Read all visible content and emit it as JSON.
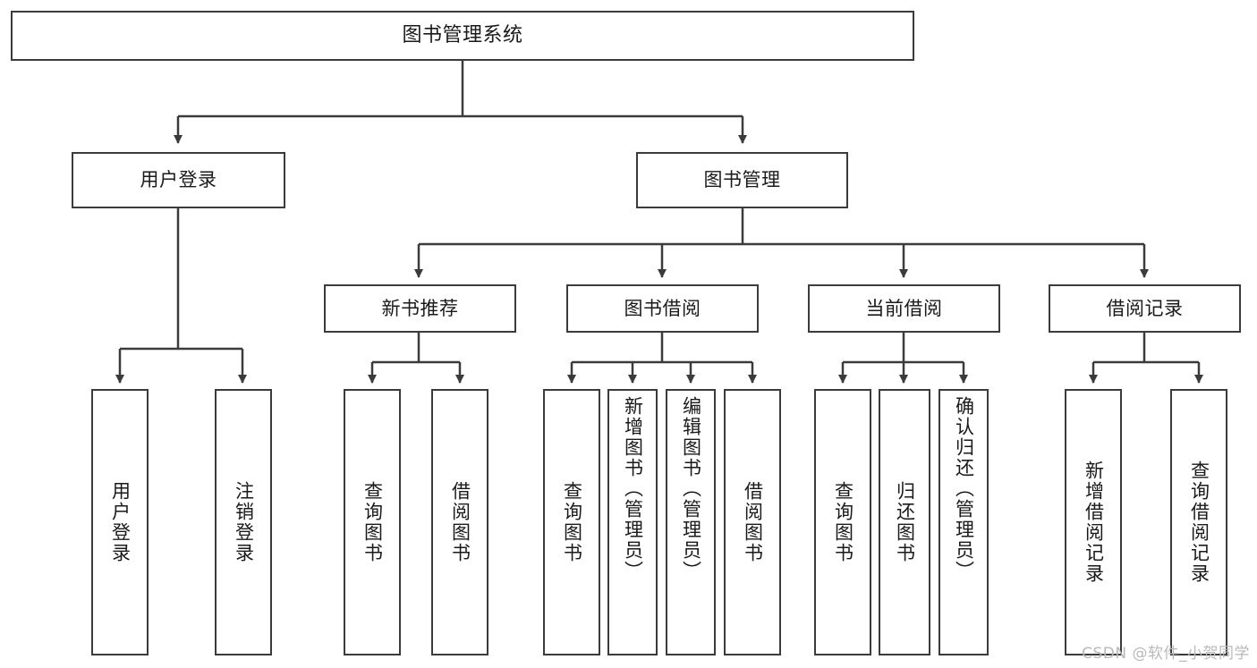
{
  "diagram": {
    "title": "图书管理系统",
    "type": "tree-hierarchy",
    "watermark": "CSDN @软件_小贺同学",
    "colors": {
      "background": "#ffffff",
      "node_fill": "#ffffff",
      "node_stroke": "#3b3b3b",
      "edge_stroke": "#3b3b3b",
      "text": "#1a1a1a",
      "watermark": "#b9b9b9"
    },
    "nodes": {
      "root": {
        "label": "图书管理系统"
      },
      "level1": [
        {
          "label": "用户登录"
        },
        {
          "label": "图书管理"
        }
      ],
      "level2": [
        {
          "label": "新书推荐"
        },
        {
          "label": "图书借阅"
        },
        {
          "label": "当前借阅"
        },
        {
          "label": "借阅记录"
        }
      ],
      "leaves": {
        "user_login": [
          {
            "label": "用户登录"
          },
          {
            "label": "注销登录"
          }
        ],
        "new_book_rec": [
          {
            "label": "查询图书"
          },
          {
            "label": "借阅图书"
          }
        ],
        "book_borrow": [
          {
            "label": "查询图书"
          },
          {
            "label": "新增图书（管理员）"
          },
          {
            "label": "编辑图书（管理员）"
          },
          {
            "label": "借阅图书"
          }
        ],
        "current_borrow": [
          {
            "label": "查询图书"
          },
          {
            "label": "归还图书"
          },
          {
            "label": "确认归还（管理员）"
          }
        ],
        "borrow_record": [
          {
            "label": "新增借阅记录"
          },
          {
            "label": "查询借阅记录"
          }
        ]
      }
    }
  }
}
